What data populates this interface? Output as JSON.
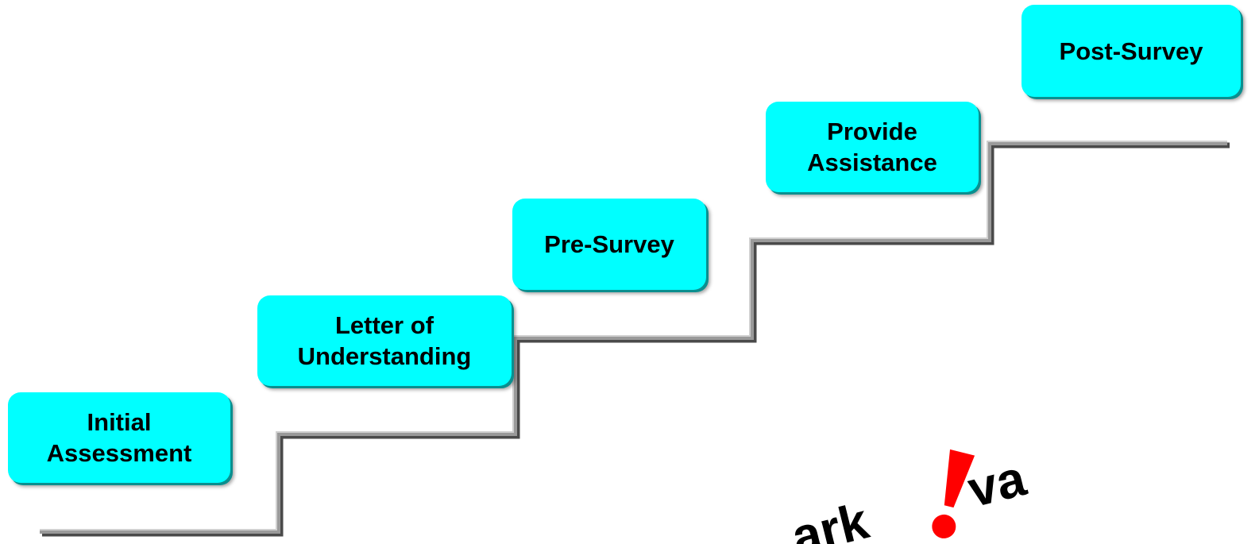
{
  "diagram": {
    "steps": [
      {
        "lines": [
          "Initial",
          "Assessment"
        ]
      },
      {
        "lines": [
          "Letter of",
          "Understanding"
        ]
      },
      {
        "lines": [
          "Pre-Survey"
        ]
      },
      {
        "lines": [
          "Provide",
          "Assistance"
        ]
      },
      {
        "lines": [
          "Post-Survey"
        ]
      }
    ]
  },
  "logo": {
    "text_left": "ark",
    "text_right": "va",
    "accent_color": "#ff0000"
  },
  "colors": {
    "step_fill": "#00ffff",
    "stair_line": "#8c8c8c"
  }
}
